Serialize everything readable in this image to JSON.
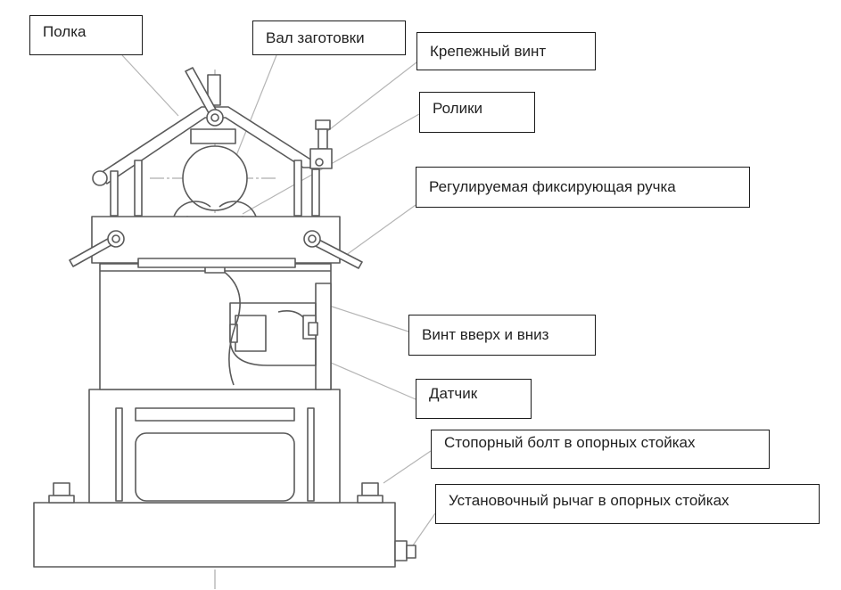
{
  "labels": {
    "shelf": "Полка",
    "workpiece_shaft": "Вал заготовки",
    "fixing_screw": "Крепежный винт",
    "rollers": "Ролики",
    "adjustable_handle": "Регулируемая фиксирующая ручка",
    "up_down_screw": "Винт вверх и вниз",
    "sensor": "Датчик",
    "stop_bolt": "Стопорный болт в опорных стойках",
    "setting_lever": "Установочный рычаг в опорных стойках"
  },
  "colors": {
    "drawing_line": "#5a5a5a",
    "leader_line": "#b5b5b5",
    "center_line": "#9a9a9a",
    "box_border": "#1a1a1a",
    "label_text": "#222222"
  }
}
